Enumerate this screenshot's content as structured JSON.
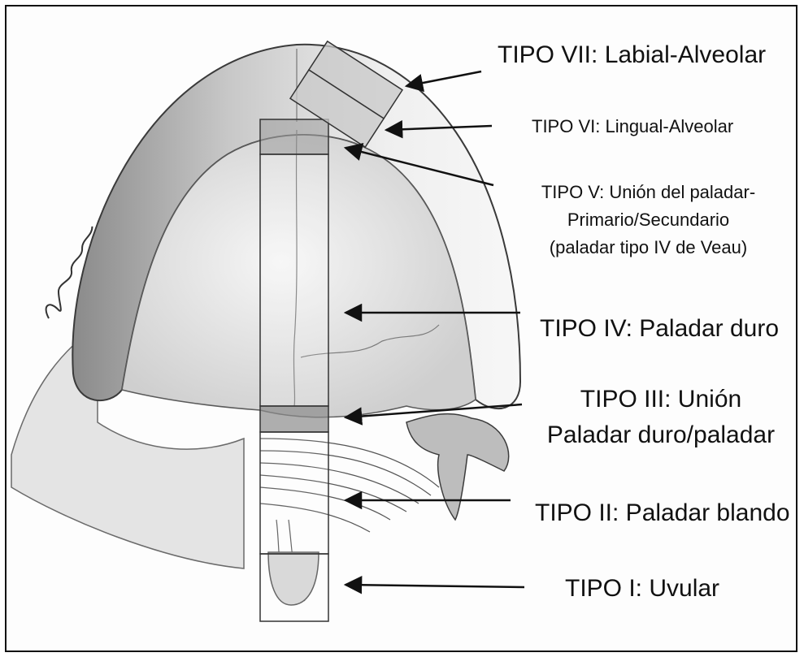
{
  "labels": {
    "tipo_vii": "TIPO VII: Labial-Alveolar",
    "tipo_vi": "TIPO VI: Lingual-Alveolar",
    "tipo_v_line1": "TIPO V: Unión del paladar-",
    "tipo_v_line2": "Primario/Secundario",
    "tipo_v_line3": "(paladar tipo IV de Veau)",
    "tipo_iv": "TIPO IV: Paladar duro",
    "tipo_iii_line1": "TIPO III: Unión",
    "tipo_iii_line2": "Paladar duro/paladar",
    "tipo_ii": "TIPO II: Paladar blando",
    "tipo_i": "TIPO I: Uvular"
  },
  "colors": {
    "ink": "#111111",
    "background": "#fdfdfd",
    "illustration_shade": "#d9d9d9",
    "box_fill": "#9a9a9a"
  }
}
